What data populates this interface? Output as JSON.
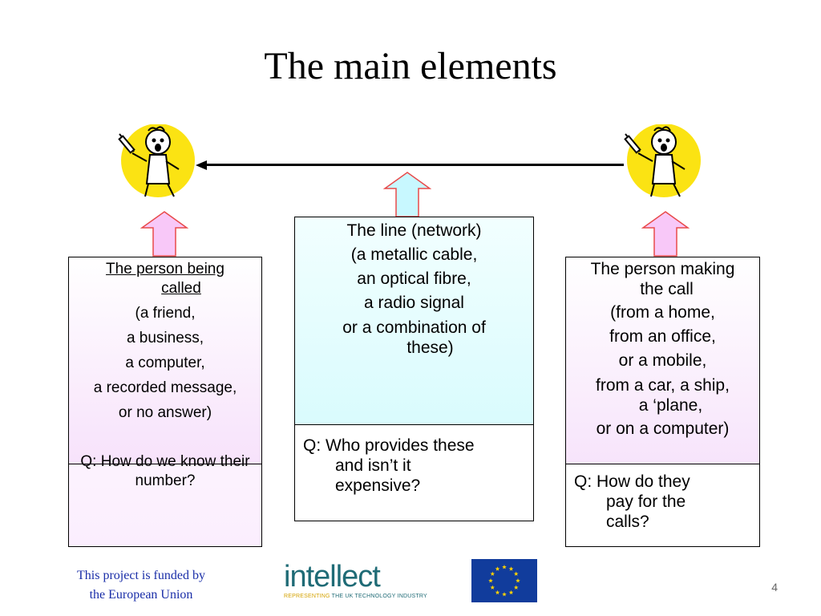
{
  "slide": {
    "title": "The main elements",
    "page_number": "4"
  },
  "left_box": {
    "heading_line1": "The person being",
    "heading_line2": "called",
    "lines": [
      "(a friend,",
      "a business,",
      "a computer,",
      "a recorded message,",
      "or no answer)"
    ],
    "question": "Q: How do we know their number?"
  },
  "middle_box": {
    "lines": [
      "The line (network)",
      "(a metallic cable,",
      "an optical fibre,",
      "a radio signal"
    ],
    "last_line_1": "or a combination of",
    "last_line_2": "these)",
    "question_line1": "Q: Who provides these",
    "question_line2": "and isn’t it",
    "question_line3": "expensive?"
  },
  "right_box": {
    "heading_line1": "The person making",
    "heading_line2": "the call",
    "lines": [
      "(from a home,",
      "from an office,",
      "or a mobile,"
    ],
    "car_line_1": "from a car, a ship,",
    "car_line_2": "a ‘plane,",
    "last_line": "or on a computer)",
    "question_line1": "Q: How do they",
    "question_line2": "pay for the",
    "question_line3": "calls?"
  },
  "footer": {
    "funding_line1": "This project is funded by",
    "funding_line2": "the European Union",
    "logo_word": "intellect",
    "logo_tag_highlight": "REPRESENTING",
    "logo_tag_rest": " THE UK TECHNOLOGY INDUSTRY"
  },
  "icons": {
    "person": "person-on-phone-icon",
    "arrow_up": "arrow-up-icon",
    "arrow_left": "arrow-left-icon",
    "flag": "eu-flag-icon"
  },
  "colors": {
    "footer_text": "#1a2ea8",
    "logo": "#1f6b76",
    "eu_blue": "#113c9c",
    "eu_star": "#ffd200",
    "arrow_pink_fill": "#f8c8f8",
    "arrow_cyan_fill": "#c8f8ff",
    "arrow_outline": "#e84a4a"
  }
}
